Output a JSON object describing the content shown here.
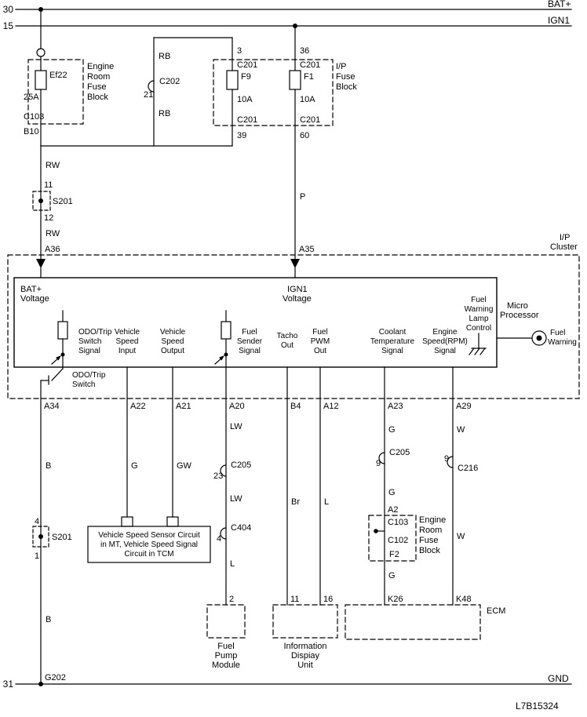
{
  "colors": {
    "line": "#000000",
    "background": "#ffffff"
  },
  "rails": {
    "bat": {
      "terminal": "30",
      "name": "BAT+"
    },
    "ign": {
      "terminal": "15",
      "name": "IGN1"
    },
    "gnd": {
      "terminal": "31",
      "name": "GND",
      "splice": "G202"
    }
  },
  "part_number": "L7B15324",
  "engine_fuse_block_top": {
    "title": [
      "Engine",
      "Room",
      "Fuse",
      "Block"
    ],
    "fuse_name": "Ef22",
    "fuse_rating": "25A",
    "connector": "C103",
    "pin": "B10"
  },
  "c202": {
    "wire_above": "RB",
    "name": "C202",
    "pin": "21",
    "wire_below": "RB"
  },
  "ip_fuse_block": {
    "title": [
      "I/P",
      "Fuse",
      "Block"
    ],
    "f9": {
      "pin_top": "3",
      "conn_top": "C201",
      "name": "F9",
      "rating": "10A",
      "conn_bottom": "C201",
      "pin_bottom": "39"
    },
    "f1": {
      "pin_top": "36",
      "conn_top": "C201",
      "name": "F1",
      "rating": "10A",
      "conn_bottom": "C201",
      "pin_bottom": "60"
    }
  },
  "s201_upper": {
    "wire_above": "RW",
    "pin_top": "11",
    "name": "S201",
    "pin_bottom": "12",
    "wire_below": "RW"
  },
  "wire_p": "P",
  "cluster": {
    "title": [
      "I/P",
      "Cluster"
    ],
    "pin_a36": "A36",
    "pin_a35": "A35",
    "bat_voltage": [
      "BAT+",
      "Voltage"
    ],
    "ign_voltage": [
      "IGN1",
      "Voltage"
    ],
    "signals": {
      "odo": [
        "ODO/Trip",
        "Switch",
        "Signal"
      ],
      "vs_in": [
        "Vehicle",
        "Speed",
        "Input"
      ],
      "vs_out": [
        "Vehicle",
        "Speed",
        "Output"
      ],
      "fuel_sender": [
        "Fuel",
        "Sender",
        "Signal"
      ],
      "tacho": [
        "Tacho",
        "Out"
      ],
      "fuel_pwm": [
        "Fuel",
        "PWM",
        "Out"
      ],
      "coolant": [
        "Coolant",
        "Temperature",
        "Signal"
      ],
      "engine_speed": [
        "Engine",
        "Speed(RPM)",
        "Signal"
      ],
      "fuel_warning_lamp": [
        "Fuel",
        "Warning",
        "Lamp",
        "Control"
      ]
    },
    "micro": [
      "Micro",
      "Processor"
    ],
    "fuel_warning": [
      "Fuel",
      "Warning"
    ],
    "odo_switch": [
      "ODO/Trip",
      "Switch"
    ],
    "pins": {
      "a34": "A34",
      "a22": "A22",
      "a21": "A21",
      "a20": "A20",
      "b4": "B4",
      "a12": "A12",
      "a23": "A23",
      "a29": "A29"
    }
  },
  "wires": {
    "b_upper": "B",
    "b_lower": "B",
    "g_a22": "G",
    "gw_a21": "GW",
    "lw_upper": "LW",
    "lw_lower": "LW",
    "l_a20": "L",
    "br_b4": "Br",
    "l_a12": "L",
    "g_a23_upper": "G",
    "g_a23_mid": "G",
    "g_a23_lower": "G",
    "w_upper": "W",
    "w_lower": "W"
  },
  "s201_lower": {
    "pin_top": "4",
    "name": "S201",
    "pin_bottom": "1"
  },
  "c205_a": {
    "pin": "23",
    "name": "C205"
  },
  "c404": {
    "pin": "4",
    "name": "C404"
  },
  "c205_b": {
    "pin": "9",
    "name": "C205"
  },
  "c216": {
    "pin": "9",
    "name": "C216"
  },
  "vss_box": {
    "lines": [
      "Vehicle Speed Sensor Circuit",
      "in MT, Vehicle Speed Signal",
      "Circuit in TCM"
    ]
  },
  "engine_fuse_block_lower": {
    "pin_top": "A2",
    "conn_top": "C103",
    "conn_bottom": "C102",
    "fuse": "F2",
    "title": [
      "Engine",
      "Room",
      "Fuse",
      "Block"
    ]
  },
  "fuel_pump": {
    "pin": "2",
    "title": [
      "Fuel",
      "Pump",
      "Module"
    ]
  },
  "info_display": {
    "pin_left": "11",
    "pin_right": "16",
    "title": [
      "Information",
      "Dispiay",
      "Unit"
    ]
  },
  "ecm": {
    "pin_left": "K26",
    "pin_right": "K48",
    "name": "ECM"
  }
}
